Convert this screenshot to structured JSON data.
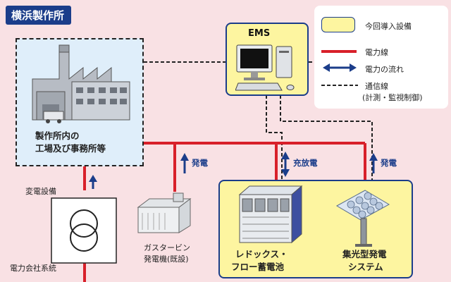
{
  "title": "横浜製作所",
  "ems": {
    "label": "EMS"
  },
  "factory": {
    "line1": "製作所内の",
    "line2": "工場及び事務所等"
  },
  "substation": {
    "label": "変電設備"
  },
  "utility": {
    "label": "電力会社系統"
  },
  "gas_turbine": {
    "line1": "ガスタービン",
    "line2": "発電機(既設)"
  },
  "redox": {
    "line1": "レドックス・",
    "line2": "フロー蓄電池"
  },
  "solar": {
    "line1": "集光型発電",
    "line2": "システム"
  },
  "flows": {
    "gen1": "発電",
    "charge": "充放電",
    "gen2": "発電"
  },
  "legend": {
    "new_equipment": "今回導入設備",
    "power_line": "電力線",
    "power_flow": "電力の流れ",
    "comm_line": "通信線",
    "comm_sub": "(計測・監視制御)"
  },
  "colors": {
    "power_line": "#d8202a",
    "flow_arrow": "#1b3d8a",
    "title_bg": "#1b3d8a",
    "new_equipment": "#fdf5a0",
    "background": "#f9e1e4"
  }
}
